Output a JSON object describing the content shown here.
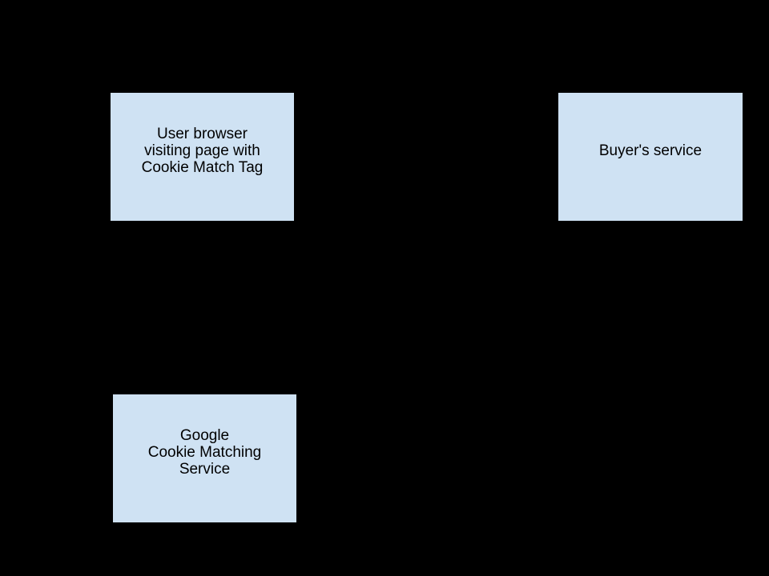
{
  "diagram": {
    "background_color": "#000000",
    "node_fill_color": "#cfe2f3",
    "node_border_color": "#000000",
    "text_color": "#000000",
    "nodes": {
      "user_browser": {
        "lines": [
          "User browser",
          "visiting page with",
          "Cookie Match Tag"
        ]
      },
      "buyers_service": {
        "lines": [
          "Buyer's service"
        ]
      },
      "google_cookie_matching_service": {
        "lines": [
          "Google",
          "Cookie Matching",
          "Service"
        ]
      }
    }
  }
}
